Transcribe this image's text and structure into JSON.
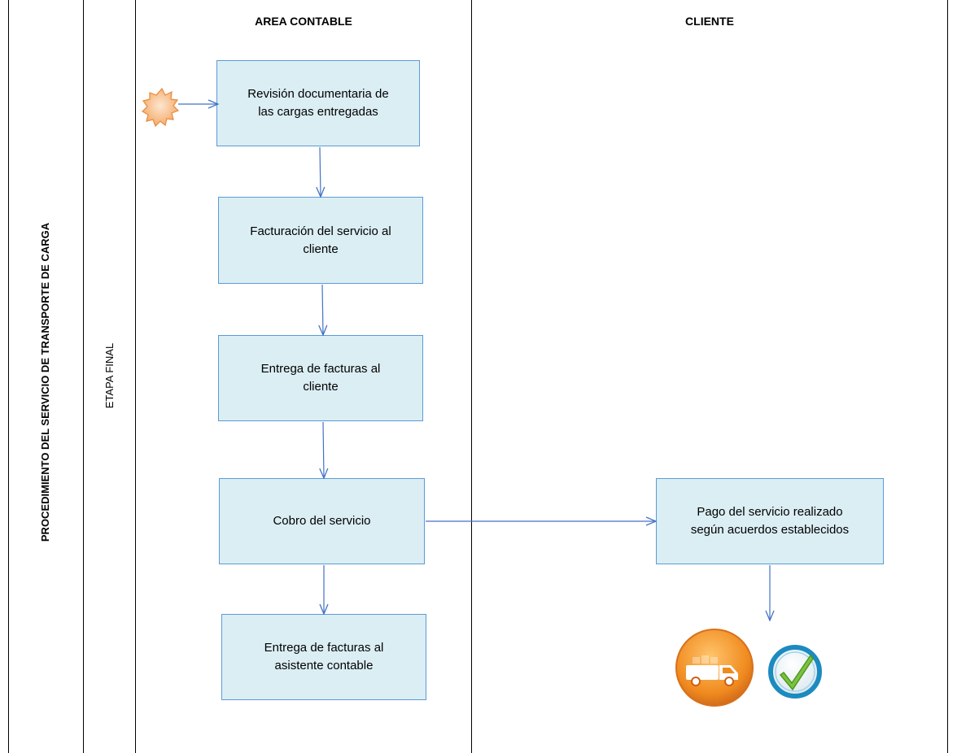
{
  "colors": {
    "box_fill": "#dbeef4",
    "box_border": "#5b9bd5",
    "arrow": "#4472c4",
    "start_burst": "#f8c08a",
    "truck_badge": "#f08a1e",
    "check_mark": "#7cc242"
  },
  "title_vertical": "PROCEDIMIENTO DEL SERVICIO DE  TRANSPORTE DE CARGA",
  "stage_vertical": "ETAPA FINAL",
  "lanes": {
    "area_contable": "AREA CONTABLE",
    "cliente": "CLIENTE"
  },
  "steps": {
    "revision": "Revisión documentaria de\nlas cargas entregadas",
    "facturacion": "Facturación del servicio al\ncliente",
    "entrega_cliente": "Entrega de facturas  al\ncliente",
    "cobro": "Cobro del servicio",
    "entrega_asistente": "Entrega de facturas al\nasistente contable",
    "pago": "Pago del servicio realizado\nsegún acuerdos establecidos"
  },
  "icons": {
    "start": "start-burst-icon",
    "end_truck": "delivery-truck-icon",
    "end_check": "checkmark-icon"
  }
}
